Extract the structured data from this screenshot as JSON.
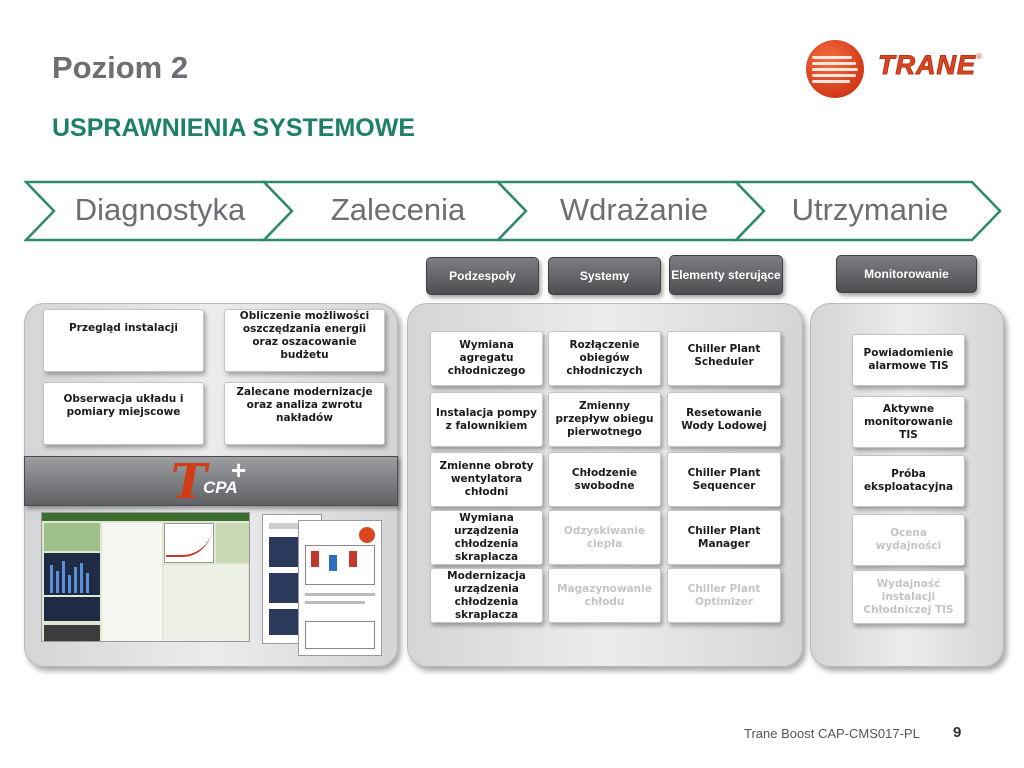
{
  "header": {
    "title": "Poziom 2",
    "subtitle": "USPRAWNIENIA SYSTEMOWE"
  },
  "logo": {
    "text": "TRANE",
    "registered": "®",
    "color": "#d9461f"
  },
  "process_steps": [
    "Diagnostyka",
    "Zalecenia",
    "Wdrażanie",
    "Utrzymanie"
  ],
  "tabs": {
    "podzespoly": "Podzespoły",
    "systemy": "Systemy",
    "elementy": "Elementy sterujące",
    "monitorowanie": "Monitorowanie"
  },
  "diagnostyka": {
    "cards": [
      "Przegląd instalacji",
      "Obliczenie możliwości oszczędzania energii oraz oszacowanie budżetu",
      "Obserwacja układu i pomiary miejscowe",
      "Zalecane modernizacje oraz analiza zwrotu nakładów"
    ],
    "tool_logo": {
      "letter": "T",
      "text": "CPA",
      "sup": "+"
    }
  },
  "wdrazanie": {
    "podzespoly": [
      "Wymiana agregatu chłodniczego",
      "Instalacja pompy z falownikiem",
      "Zmienne obroty wentylatora chłodni",
      "Wymiana urządzenia chłodzenia skraplacza",
      "Modernizacja urządzenia chłodzenia skraplacza"
    ],
    "systemy": [
      "Rozłączenie obiegów chłodniczych",
      "Zmienny przepływ obiegu pierwotnego",
      "Chłodzenie swobodne",
      "Odzyskiwanie ciepła",
      "Magazynowanie chłodu"
    ],
    "elementy": [
      "Chiller Plant Scheduler",
      "Resetowanie Wody Lodowej",
      "Chiller Plant Sequencer",
      "Chiller Plant Manager",
      "Chiller Plant Optimizer"
    ]
  },
  "utrzymanie": {
    "cards": [
      "Powiadomienie alarmowe TIS",
      "Aktywne monitorowanie TIS",
      "Próba eksploatacyjna",
      "Ocena wydajności",
      "Wydajność instalacji Chłodniczej TIS"
    ]
  },
  "footer": {
    "text": "Trane Boost CAP-CMS017-PL",
    "page": "9"
  },
  "colors": {
    "accent_green": "#1e8069",
    "title_gray": "#6b6e72",
    "brand_red": "#d13c17"
  }
}
